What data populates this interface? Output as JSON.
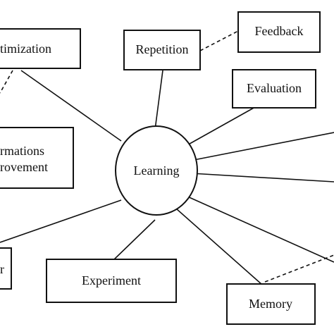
{
  "diagram": {
    "center": "Learning",
    "nodes": {
      "optimization": "timization",
      "repetition": "Repetition",
      "feedback": "Feedback",
      "evaluation": "Evaluation",
      "informations_line1": "rmations",
      "informations_line2": "rovement",
      "experiment": "Experiment",
      "memory": "Memory",
      "bottom_left": "r"
    }
  }
}
